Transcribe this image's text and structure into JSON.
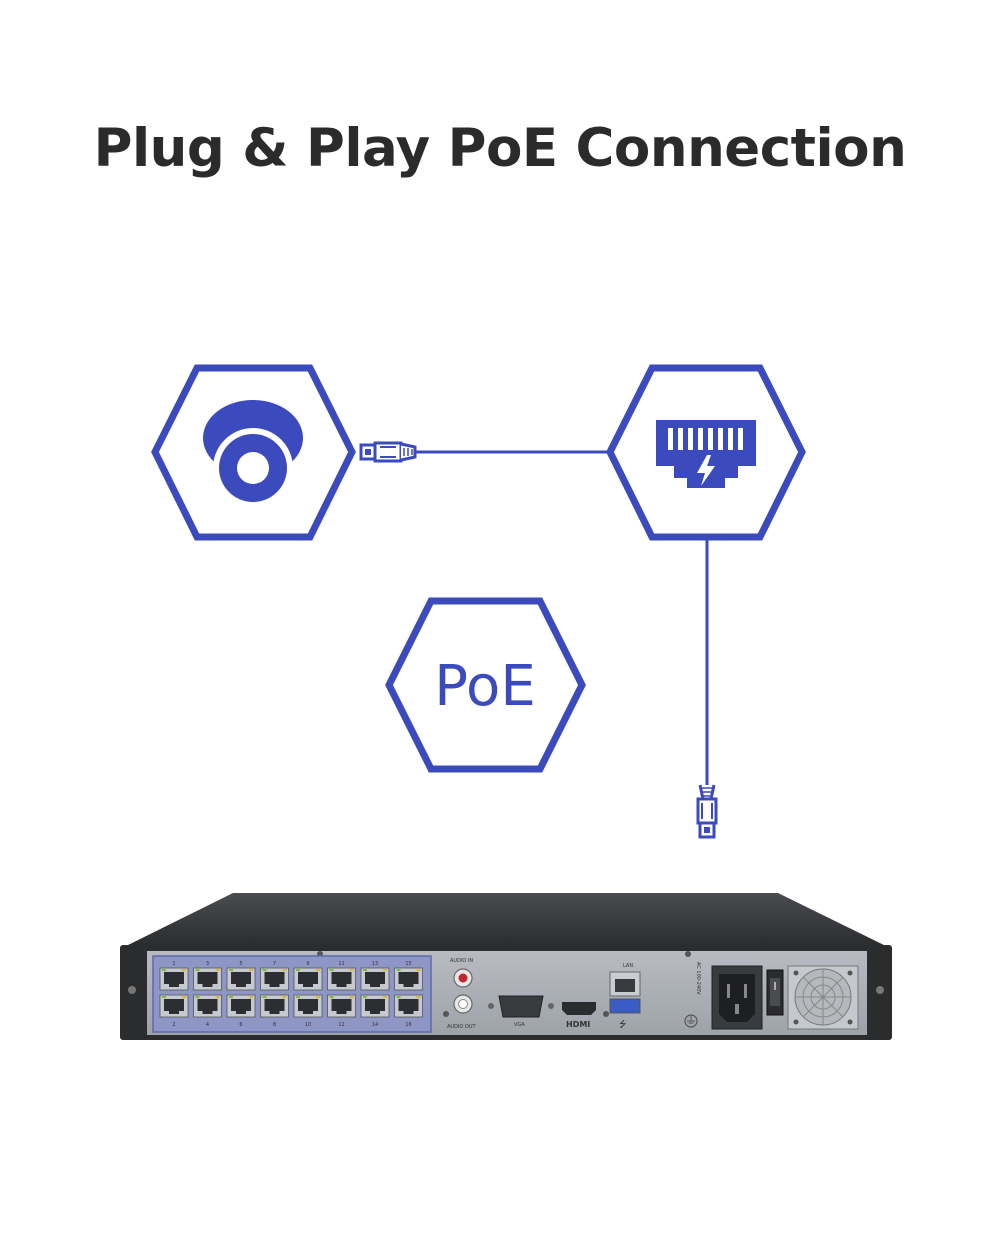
{
  "title": "Plug & Play PoE Connection",
  "badge": {
    "text": "PoE"
  },
  "nvr": {
    "port_numbers_top": [
      "1",
      "3",
      "5",
      "7",
      "9",
      "11",
      "13",
      "15"
    ],
    "port_numbers_bottom": [
      "2",
      "4",
      "6",
      "8",
      "10",
      "12",
      "14",
      "16"
    ],
    "audio_in": "AUDIO IN",
    "audio_out": "AUDIO OUT",
    "vga": "VGA",
    "hdmi": "HDMI",
    "lan": "LAN",
    "power_rating": "AC 100-240V"
  },
  "colors": {
    "accent": "#3b4bbd",
    "title": "#2b2b2b",
    "chassis": "#2e2f31",
    "panel": "#a9adb4"
  }
}
